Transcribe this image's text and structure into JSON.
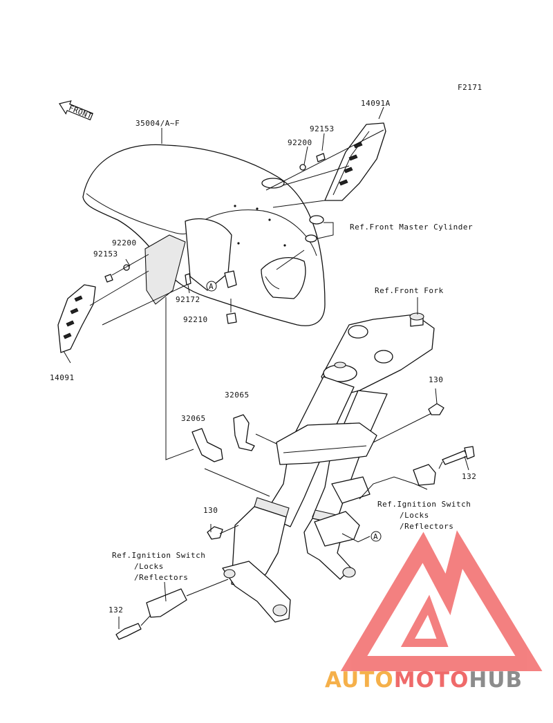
{
  "diagram": {
    "code": "F2171",
    "front_arrow": "FRONT",
    "parts": {
      "fender": "35004/A~F",
      "cover_right": "14091A",
      "cover_left": "14091",
      "bolt_upper_right": "92153",
      "washer_upper_right": "92200",
      "washer_left": "92200",
      "bolt_left": "92153",
      "bolt_inner": "92172",
      "clip": "92210",
      "bracket_upper": "32065",
      "bracket_lower": "32065",
      "bolt_130_right": "130",
      "bolt_130_left": "130",
      "bolt_132_right": "132",
      "bolt_132_left": "132"
    },
    "refs": {
      "master_cylinder": "Ref.Front Master Cylinder",
      "front_fork": "Ref.Front Fork",
      "ignition_right_1": "Ref.Ignition Switch",
      "ignition_right_2": "/Locks",
      "ignition_right_3": "/Reflectors",
      "ignition_left_1": "Ref.Ignition Switch",
      "ignition_left_2": "/Locks",
      "ignition_left_3": "/Reflectors"
    },
    "marker_a": "A"
  },
  "watermark": {
    "brand_part1": "AUTO",
    "brand_part2": "MOTO",
    "brand_part3": "HUB",
    "color_orange": "#f5b04a",
    "color_red": "#ef6a6a",
    "color_gray": "#8c8c8c",
    "logo_color": "#f26b6b"
  }
}
